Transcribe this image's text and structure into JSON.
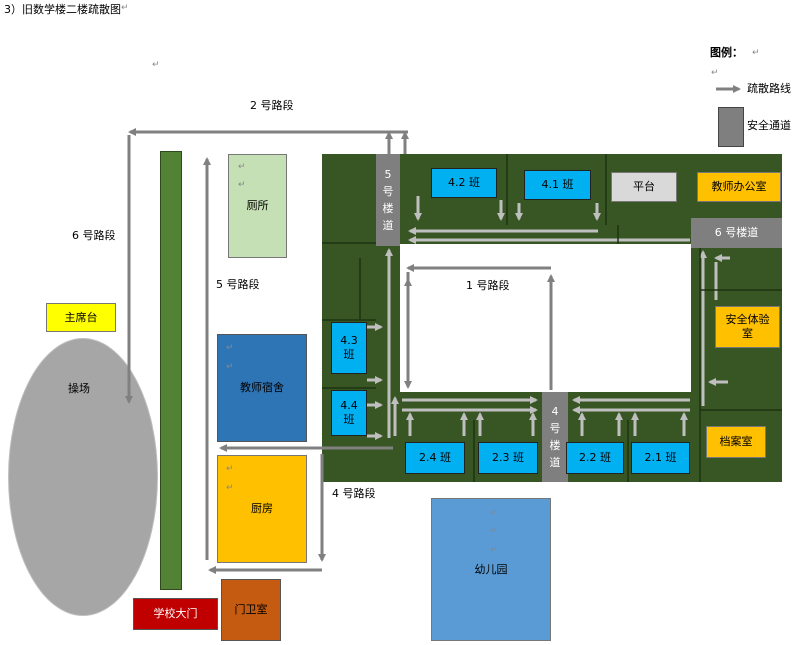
{
  "title": "3）旧数学楼二楼疏散图",
  "legend": {
    "title": "图例：",
    "route_label": "疏散路线",
    "passage_label": "安全通道"
  },
  "route_labels": {
    "r1": "1 号路段",
    "r2": "2 号路段",
    "r4": "4 号路段",
    "r5": "5 号路段",
    "r6": "6 号路段"
  },
  "rooms": {
    "toilet": "厕所",
    "dorm": "教师宿舍",
    "kitchen": "厨房",
    "playground": "操场",
    "rostrum": "主席台",
    "gate": "学校大门",
    "guardroom": "门卫室",
    "kindergarten": "幼儿园",
    "platform": "平台",
    "office": "教师办公室",
    "safety_room": "安全体验室",
    "archive": "档案室",
    "class_42": "4.2 班",
    "class_41": "4.1 班",
    "class_43": "4.3 班",
    "class_44": "4.4 班",
    "class_24": "2.4 班",
    "class_23": "2.3 班",
    "class_22": "2.2 班",
    "class_21": "2.1 班"
  },
  "stairs": {
    "s5": "5 号楼道",
    "s4": "4 号楼道",
    "s6": "6 号楼道"
  },
  "colors": {
    "building": "#375623",
    "strip": "#548235",
    "arrow": "#808080",
    "classroom": "#00b0f0",
    "dorm": "#2e75b6",
    "kindergarten": "#5b9bd5",
    "toilet": "#c5e0b4",
    "yellow": "#ffc000",
    "rostrum": "#ffff00",
    "gate": "#c00000",
    "guardroom": "#c55a11",
    "playground": "#a6a6a6",
    "stair": "#7f7f7f",
    "platform": "#d9d9d9"
  }
}
